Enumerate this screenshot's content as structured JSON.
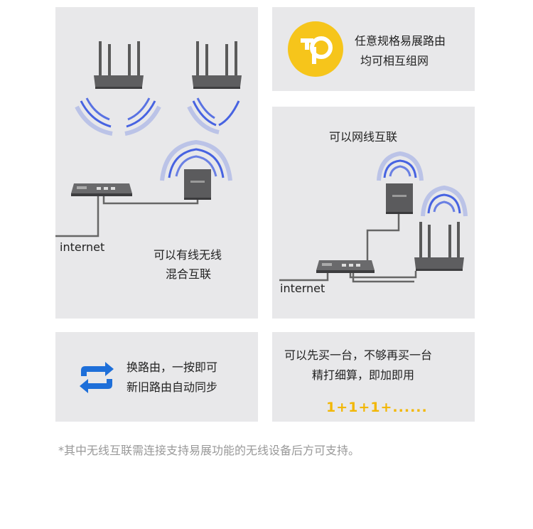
{
  "panels": {
    "mixed": {
      "caption_line1": "可以有线无线",
      "caption_line2": "混合互联",
      "internet_label": "internet"
    },
    "any_spec": {
      "line1": "任意规格易展路由",
      "line2": "均可相互组网",
      "logo_icon": "tp-link-logo-icon"
    },
    "wired": {
      "title": "可以网线互联",
      "internet_label": "internet"
    },
    "swap": {
      "line1": "换路由，一按即可",
      "line2": "新旧路由自动同步",
      "icon": "sync-arrows-icon"
    },
    "buy": {
      "line1": "可以先买一台，不够再买一台",
      "line2": "精打细算，即加即用",
      "formula": "1+1+1+......"
    }
  },
  "footnote": "*其中无线互联需连接支持易展功能的无线设备后方可支持。",
  "colors": {
    "panel_bg": "#e8e8ea",
    "accent_yellow": "#f6c51b",
    "wifi_blue": "#3b5bdb",
    "sync_blue": "#1e6fd9",
    "device_gray": "#555555"
  }
}
